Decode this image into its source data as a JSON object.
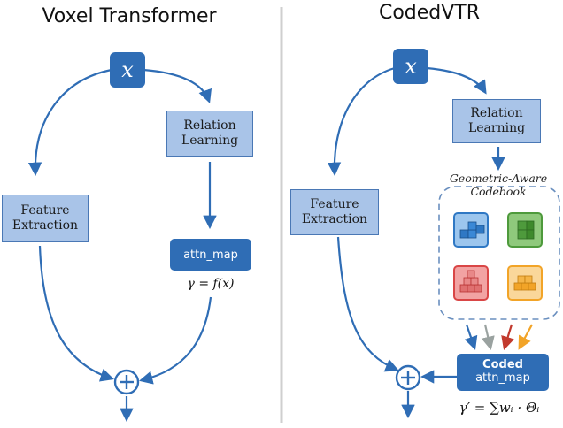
{
  "left_panel": {
    "title": "Voxel Transformer",
    "input_label": "x",
    "relation_label": "Relation\nLearning",
    "feature_label": "Feature\nExtraction",
    "attn_label": "attn_map",
    "formula": "γ = f(x)"
  },
  "right_panel": {
    "title": "CodedVTR",
    "input_label": "x",
    "relation_label": "Relation\nLearning",
    "feature_label": "Feature\nExtraction",
    "codebook_title": "Geometric-Aware\nCodebook",
    "coded_label": "Coded",
    "attn_label": "attn_map",
    "formula": "γ′ = ∑wᵢ · Θᵢ"
  },
  "colors": {
    "accent": "#2f6db5",
    "box_fill": "#a9c4e8",
    "codebook_blue": "#2f78c4",
    "codebook_green": "#4e9a3c",
    "codebook_red": "#d94646",
    "codebook_orange": "#f2a428"
  }
}
